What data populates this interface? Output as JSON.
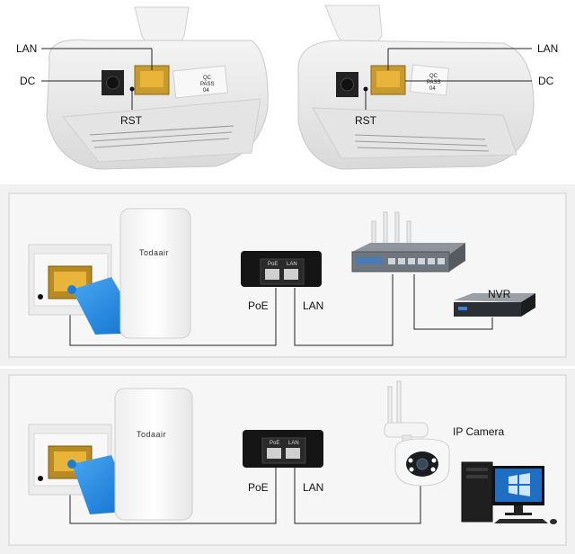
{
  "top": {
    "left": {
      "lan_label": "LAN",
      "dc_label": "DC",
      "rst_label": "RST",
      "qc_text": [
        "QC",
        "PASS",
        "04"
      ]
    },
    "right": {
      "lan_label": "LAN",
      "dc_label": "DC",
      "rst_label": "RST",
      "qc_text": [
        "QC",
        "PASS",
        "04"
      ]
    }
  },
  "panel1": {
    "brand": "Todaair",
    "injector_ports": [
      "PoE",
      "LAN"
    ],
    "poe_label": "PoE",
    "lan_label": "LAN",
    "nvr_label": "NVR"
  },
  "panel2": {
    "brand": "Todaair",
    "injector_ports": [
      "PoE",
      "LAN"
    ],
    "poe_label": "PoE",
    "lan_label": "LAN",
    "camera_label": "IP Camera"
  },
  "colors": {
    "panel_bg": "#f1f1f1",
    "panel_border": "#cfcfcf",
    "port_yellow": "#e8b53a",
    "beam_blue": "#1a7fd6",
    "injector_black": "#151515",
    "wire": "#222222"
  }
}
